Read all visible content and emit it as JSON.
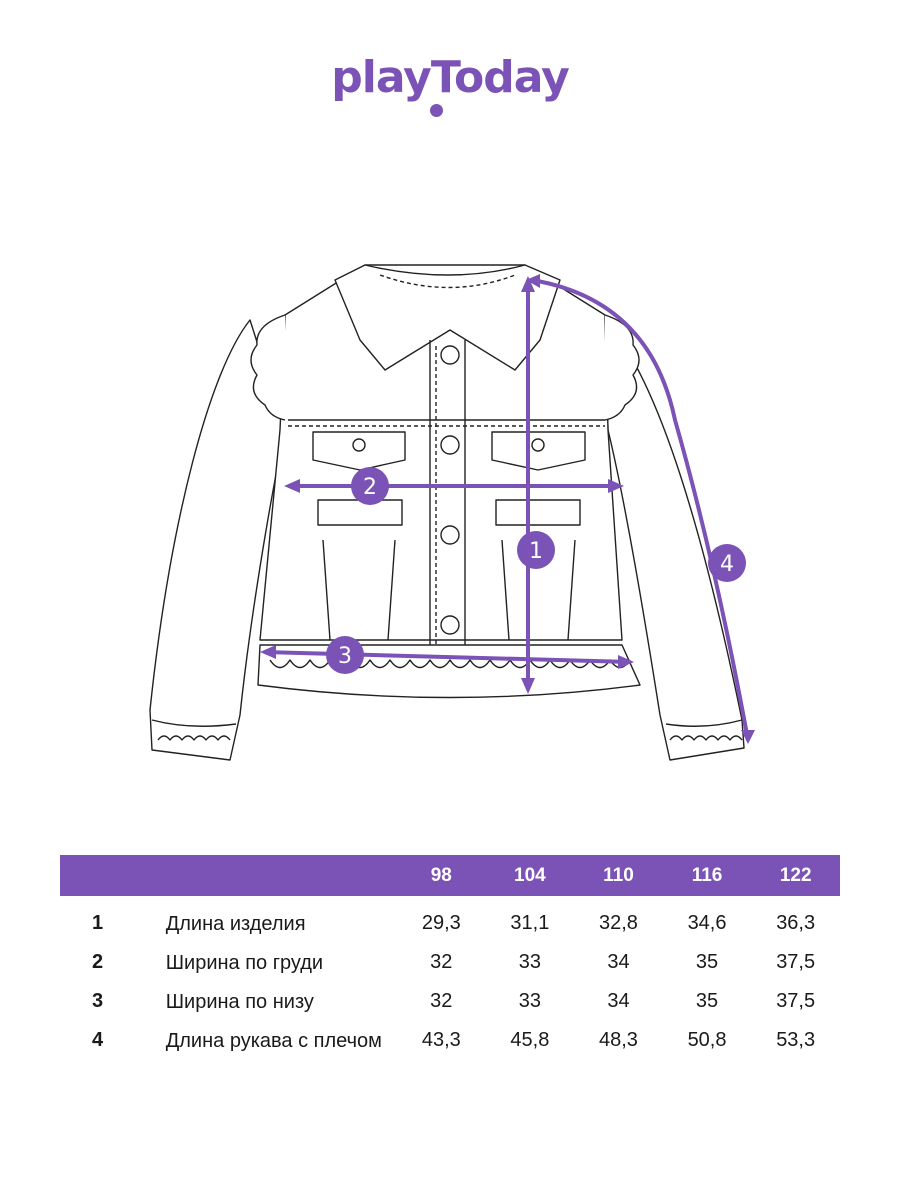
{
  "brand": {
    "logo_text": "playToday",
    "color": "#7b52b5"
  },
  "diagram": {
    "markers": [
      {
        "label": "1",
        "meaning": "length"
      },
      {
        "label": "2",
        "meaning": "chest width"
      },
      {
        "label": "3",
        "meaning": "hem width"
      },
      {
        "label": "4",
        "meaning": "sleeve length"
      }
    ]
  },
  "table": {
    "sizes": [
      "98",
      "104",
      "110",
      "116",
      "122"
    ],
    "rows": [
      {
        "num": "1",
        "name": "Длина изделия",
        "values": [
          "29,3",
          "31,1",
          "32,8",
          "34,6",
          "36,3"
        ]
      },
      {
        "num": "2",
        "name": "Ширина по груди",
        "values": [
          "32",
          "33",
          "34",
          "35",
          "37,5"
        ]
      },
      {
        "num": "3",
        "name": "Ширина по низу",
        "values": [
          "32",
          "33",
          "34",
          "35",
          "37,5"
        ]
      },
      {
        "num": "4",
        "name": "Длина рукава с плечом",
        "values": [
          "43,3",
          "45,8",
          "48,3",
          "50,8",
          "53,3"
        ]
      }
    ]
  }
}
